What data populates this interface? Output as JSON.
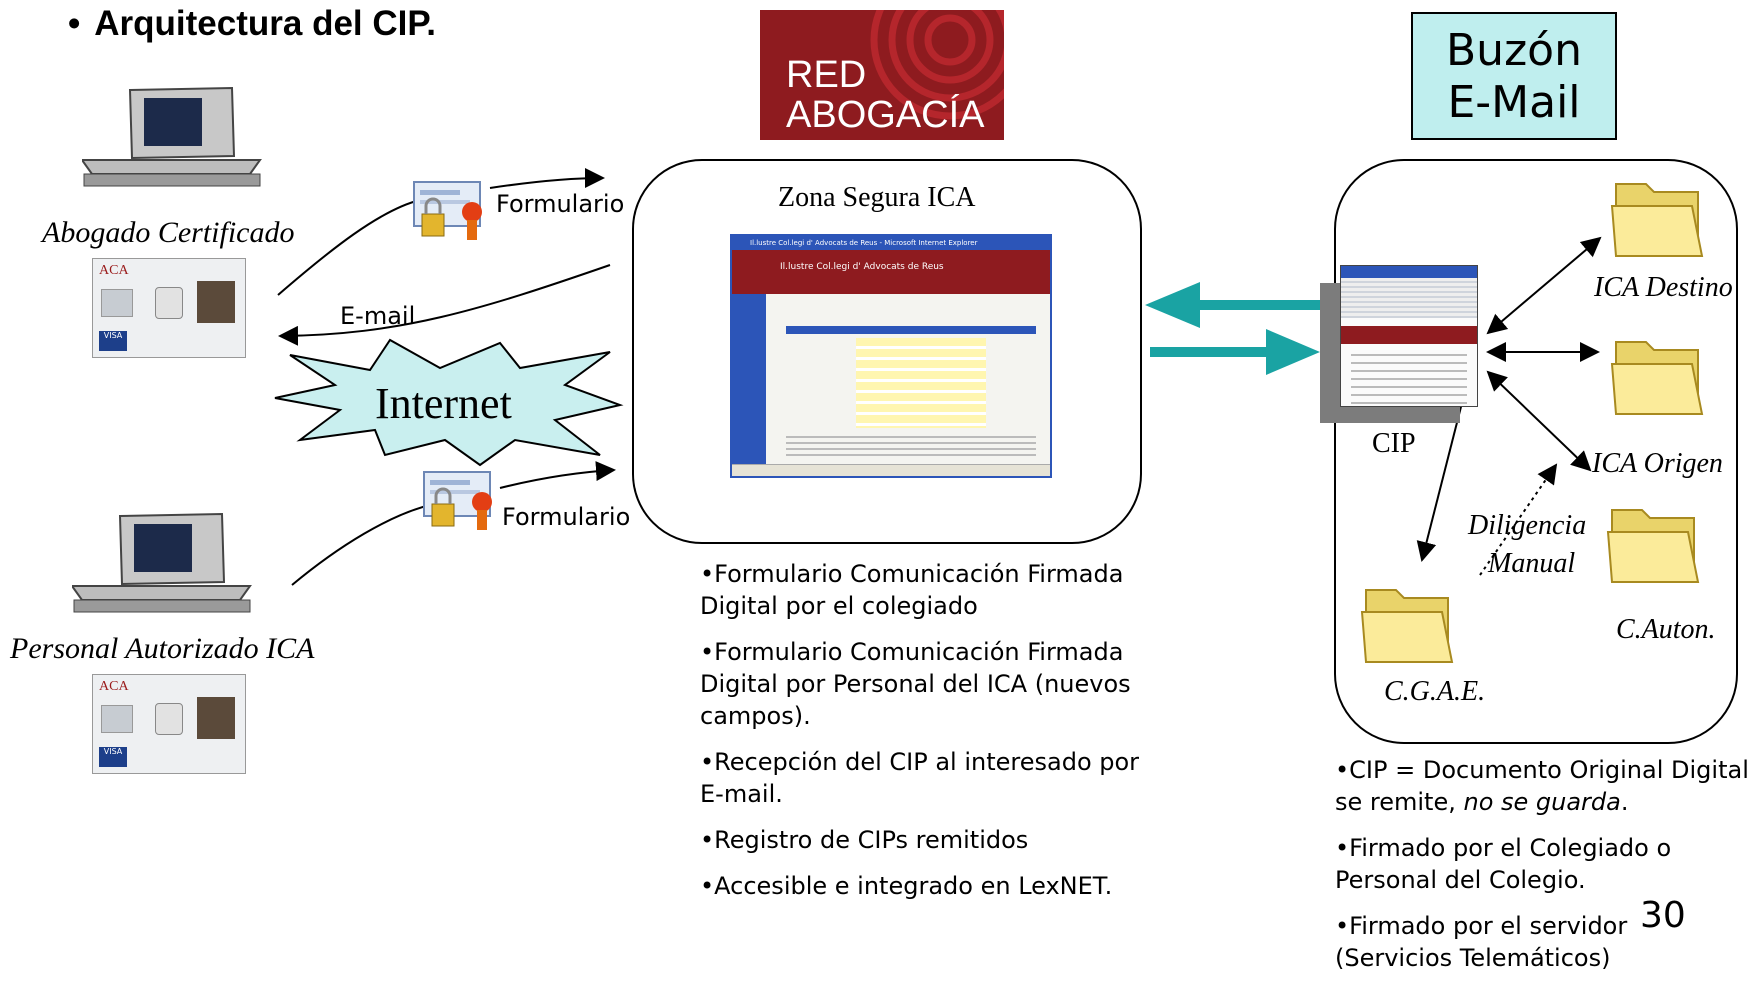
{
  "title": "Arquitectura del CIP.",
  "title_bullet": "•",
  "logo": {
    "line1": "RED",
    "line2": "ABOGACÍA"
  },
  "mailbox": {
    "line1": "Buzón",
    "line2": "E-Mail"
  },
  "zone": {
    "title": "Zona Segura ICA",
    "screenshot_title": "Il.lustre Col.legi d' Advocats de Reus - Microsoft Internet Explorer",
    "screenshot_header": "Il.lustre Col.legi d' Advocats de Reus"
  },
  "left": {
    "lawyer_label": "Abogado Certificado",
    "staff_label": "Personal Autorizado ICA",
    "internet_label": "Internet",
    "email_label": "E-mail",
    "form_label_top": "Formulario",
    "form_label_bottom": "Formulario",
    "card_org": "ACA",
    "card_brand": "VISA"
  },
  "cip": {
    "doc_label": "CIP",
    "folder_dest": "ICA Destino",
    "folder_origin": "ICA Origen",
    "folder_auton": "C.Auton.",
    "folder_cgae": "C.G.A.E.",
    "manual_line1": "Diligencia",
    "manual_line2": "Manual"
  },
  "bullets_zone": [
    "•Formulario Comunicación Firmada Digital por el colegiado",
    "•Formulario Comunicación Firmada Digital por Personal del ICA (nuevos campos).",
    "•Recepción del CIP al interesado por E-mail.",
    "•Registro de CIPs remitidos",
    "•Accesible e integrado en LexNET."
  ],
  "bullets_cip": {
    "b1_pre": "•CIP = Documento Original Digital se remite, ",
    "b1_em": "no se guarda",
    "b1_post": ".",
    "b2": "•Firmado por el Colegiado o Personal del Colegio.",
    "b3": "•Firmado por el servidor (Servicios Telemáticos)"
  },
  "page_number": "30",
  "colors": {
    "teal_arrow": "#1aa3a3",
    "logo_red": "#8e1b1f",
    "mailbox_fill": "#bfeeee",
    "burst_fill": "#c9efef"
  }
}
